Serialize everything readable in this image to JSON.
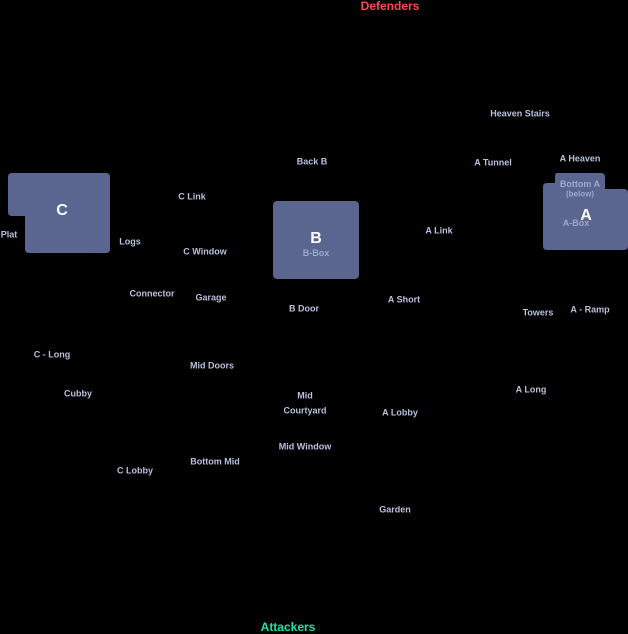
{
  "teams": {
    "defenders": {
      "label": "Defenders",
      "color": "#ff4655"
    },
    "attackers": {
      "label": "Attackers",
      "color": "#1ee3a8"
    }
  },
  "sites": {
    "c": {
      "letter": "C"
    },
    "b": {
      "letter": "B",
      "sub": "B-Box"
    },
    "a": {
      "letter": "A",
      "sub": "A-Box"
    }
  },
  "callouts": {
    "heaven_stairs": "Heaven Stairs",
    "a_heaven": "A Heaven",
    "bottom_a": "Bottom A",
    "bottom_a_note": "(below)",
    "a_tunnel": "A Tunnel",
    "back_b": "Back B",
    "c_link": "C Link",
    "plat": "Plat",
    "logs": "Logs",
    "c_window": "C Window",
    "a_link": "A Link",
    "connector": "Connector",
    "garage": "Garage",
    "b_door": "B Door",
    "a_short": "A Short",
    "towers": "Towers",
    "a_ramp": "A - Ramp",
    "c_long": "C - Long",
    "mid_doors": "Mid Doors",
    "cubby": "Cubby",
    "mid": "Mid",
    "courtyard": "Courtyard",
    "a_lobby": "A Lobby",
    "a_long": "A Long",
    "mid_window": "Mid Window",
    "c_lobby": "C Lobby",
    "bottom_mid": "Bottom Mid",
    "garden": "Garden"
  },
  "colors": {
    "site_fill": "#5a6590",
    "callout_text": "#b8c0dc",
    "background": "#000000"
  }
}
